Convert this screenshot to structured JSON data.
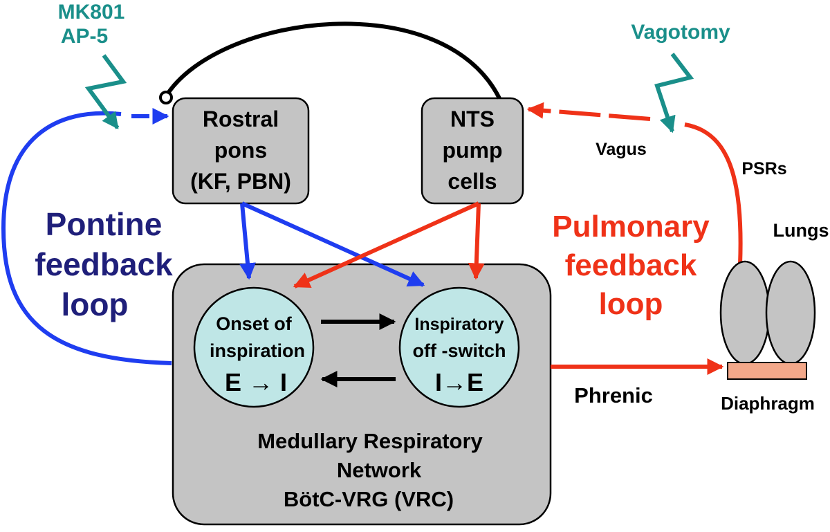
{
  "drugs": {
    "line1": "MK801",
    "line2": "AP-5"
  },
  "vagotomy": "Vagotomy",
  "rostral_pons": {
    "line1": "Rostral",
    "line2": "pons",
    "line3": "(KF, PBN)"
  },
  "nts": {
    "line1": "NTS",
    "line2": "pump",
    "line3": "cells"
  },
  "pontine_loop": {
    "line1": "Pontine",
    "line2": "feedback",
    "line3": "loop"
  },
  "pulmonary_loop": {
    "line1": "Pulmonary",
    "line2": "feedback",
    "line3": "loop"
  },
  "vagus": "Vagus",
  "psrs": "PSRs",
  "lungs": "Lungs",
  "phrenic": "Phrenic",
  "diaphragm": "Diaphragm",
  "onset": {
    "line1": "Onset of",
    "line2": "inspiration",
    "line3": "E → I"
  },
  "offswitch": {
    "line1": "Inspiratory",
    "line2": "off -switch",
    "line3": "I→E"
  },
  "network": {
    "line1": "Medullary Respiratory",
    "line2": "Network",
    "line3": "BötC-VRG (VRC)"
  },
  "colors": {
    "blue": "#1f3df0",
    "red": "#ef3218",
    "teal": "#1a8f8a",
    "navy": "#1f1f7a",
    "box_gray": "#c4c4c4",
    "circle_fill": "#bfe6e6",
    "diaphragm_fill": "#f3a88a"
  }
}
